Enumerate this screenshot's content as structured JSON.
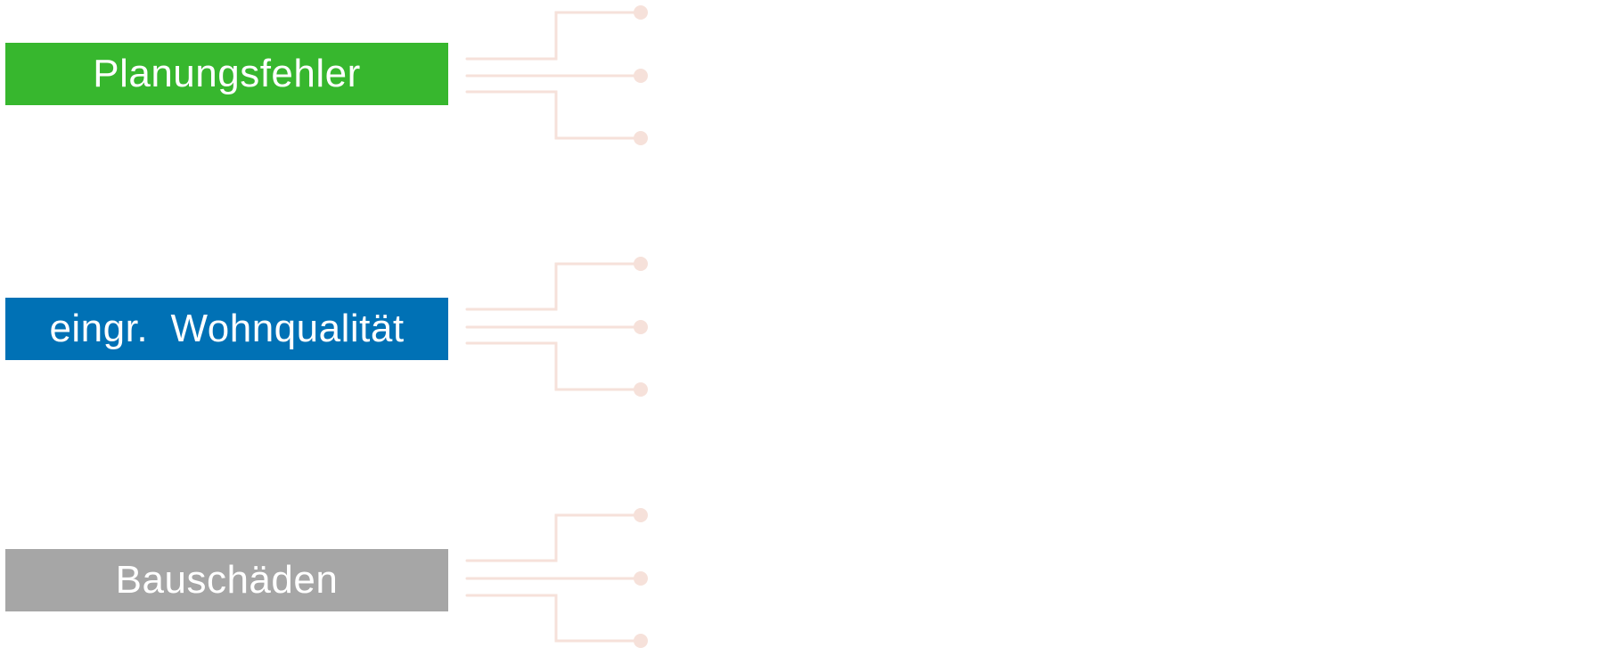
{
  "categories": [
    {
      "label": "Planungsfehler",
      "color": "#37b72e"
    },
    {
      "label": "eingr.  Wohnqualität",
      "color": "#0071b5"
    },
    {
      "label": "Bauschäden",
      "color": "#a6a6a6"
    }
  ],
  "connector_color": "#f6e1da"
}
